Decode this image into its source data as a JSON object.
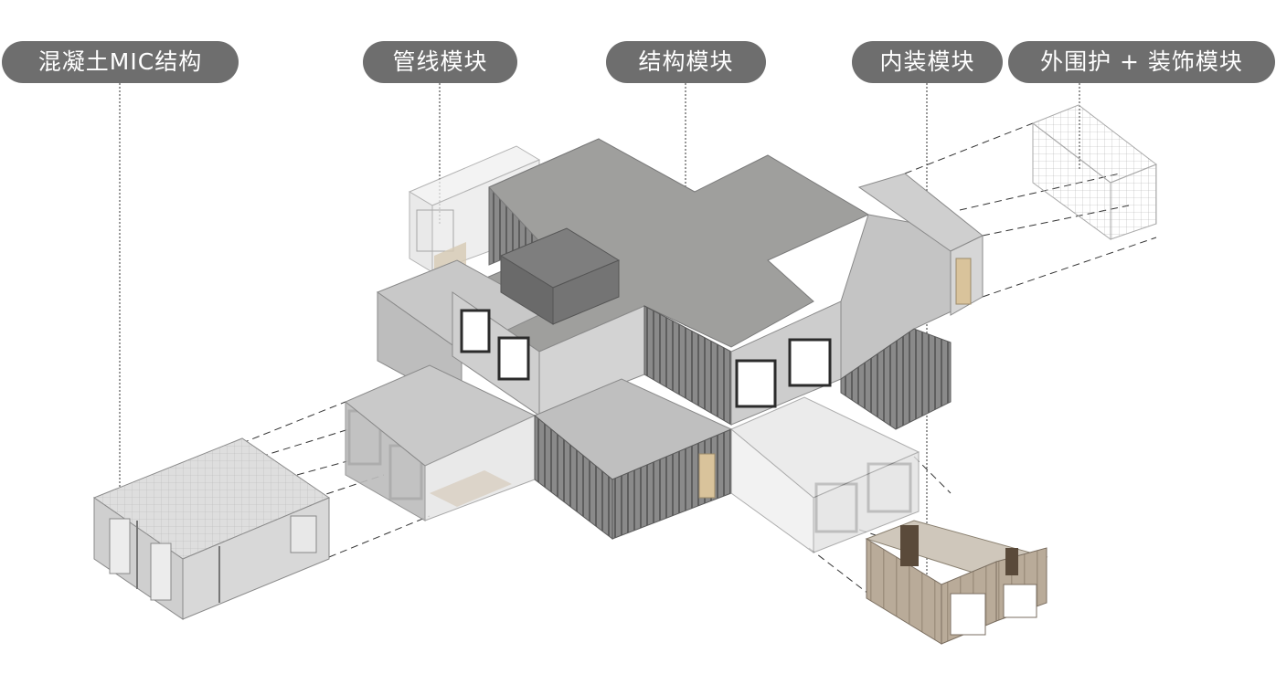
{
  "labels": {
    "concrete_mic": "混凝土MIC结构",
    "pipeline_module": "管线模块",
    "structure_module": "结构模块",
    "interior_module": "内装模块",
    "envelope_module": "外围护 + 装饰模块"
  },
  "colors": {
    "label_bg": "#6e6e6e",
    "label_text": "#ffffff",
    "roof": "#9e9e9c",
    "wall_light": "#d9d9d9",
    "wall_mid": "#c4c4c4",
    "cladding": "#7a7a7a",
    "window": "#2b2b2b",
    "door": "#d9c39b",
    "interior_panel": "#b8a896",
    "wireframe": "#9a9a9a"
  }
}
